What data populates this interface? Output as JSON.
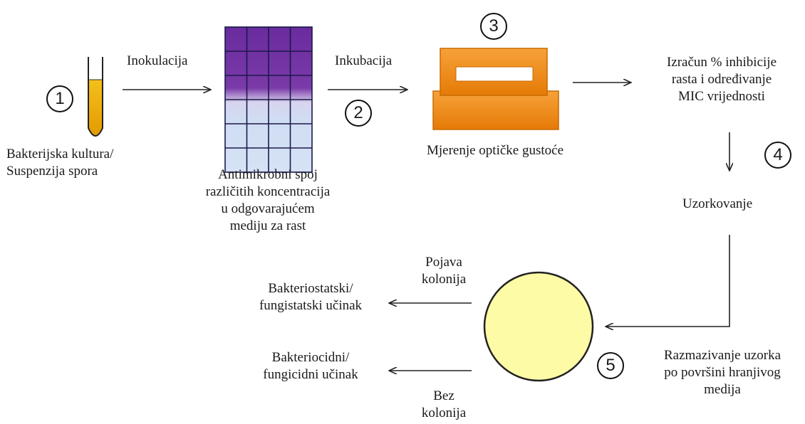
{
  "steps": {
    "s1": "1",
    "s2": "2",
    "s3": "3",
    "s4": "4",
    "s5": "5"
  },
  "labels": {
    "culture": "Bakterijska kultura/\nSuspenzija spora",
    "inoculation": "Inokulacija",
    "plate": "Antimikrobni spoj\nrazličitih koncentracija\nu odgovarajućem\nmediju za rast",
    "incubation": "Inkubacija",
    "optical": "Mjerenje optičke gustoće",
    "calc": "Izračun % inhibicije\nrasta i određivanje\nMIC vrijednosti",
    "sampling": "Uzorkovanje",
    "spreading": "Razmazivanje uzorka\npo površini hranjivog\nmedija",
    "colonies": "Pojava\nkolonija",
    "no_colonies": "Bez\nkolonija",
    "static": "Bakteriostatski/\nfungistatski učinak",
    "cidal": "Bakteriocidni/\nfungicidni učinak"
  },
  "colors": {
    "tube_fill": "#f0b400",
    "plate_purple": "#6a2b9e",
    "plate_light": "#cfdcf2",
    "reader_orange": "#f08a16",
    "dish_fill": "#fefba6"
  }
}
